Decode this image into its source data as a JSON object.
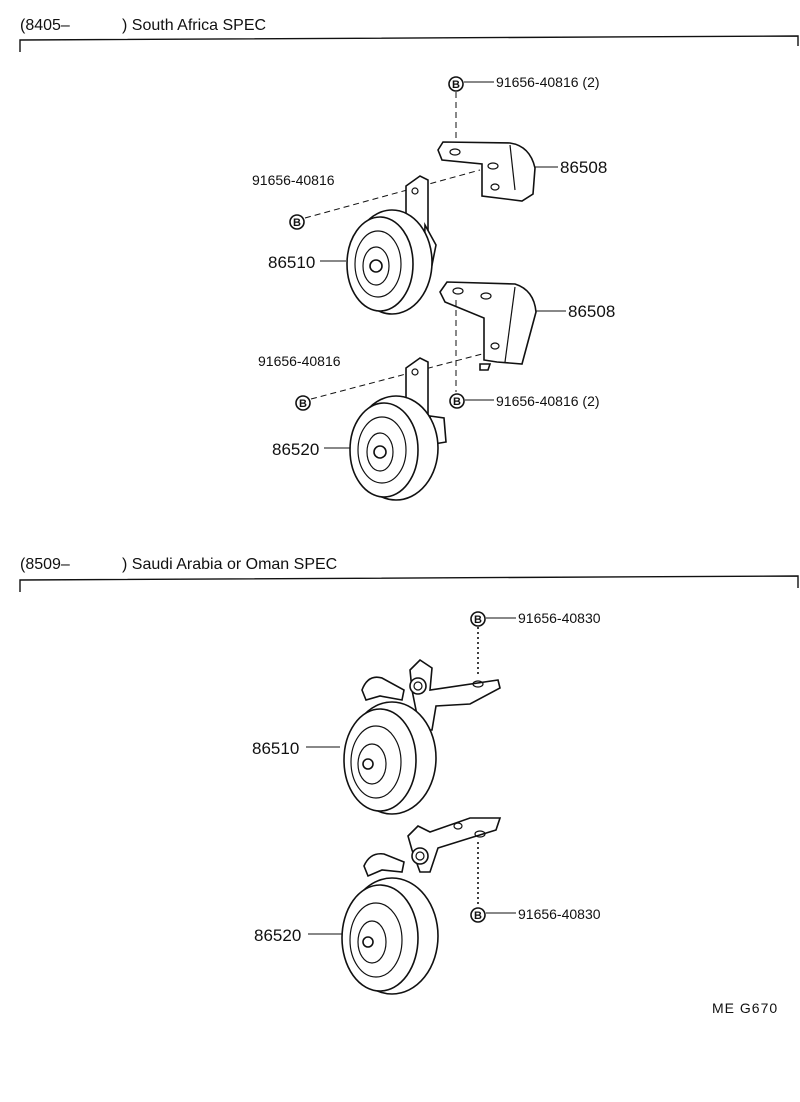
{
  "sections": [
    {
      "date_code": "(8405–",
      "title": ") South Africa SPEC",
      "parts": {
        "bolt_top": "91656-40816 (2)",
        "bracket_upper": "86508",
        "bolt_upper_left": "91656-40816",
        "horn_upper": "86510",
        "bracket_lower": "86508",
        "bolt_lower_left": "91656-40816",
        "bolt_lower_right": "91656-40816 (2)",
        "horn_lower": "86520"
      }
    },
    {
      "date_code": "(8509–",
      "title": ") Saudi Arabia or Oman SPEC",
      "parts": {
        "bolt_top": "91656-40830",
        "horn_upper": "86510",
        "bolt_lower": "91656-40830",
        "horn_lower": "86520"
      }
    }
  ],
  "bolt_symbol": "B",
  "reference_code": "ME  G670"
}
